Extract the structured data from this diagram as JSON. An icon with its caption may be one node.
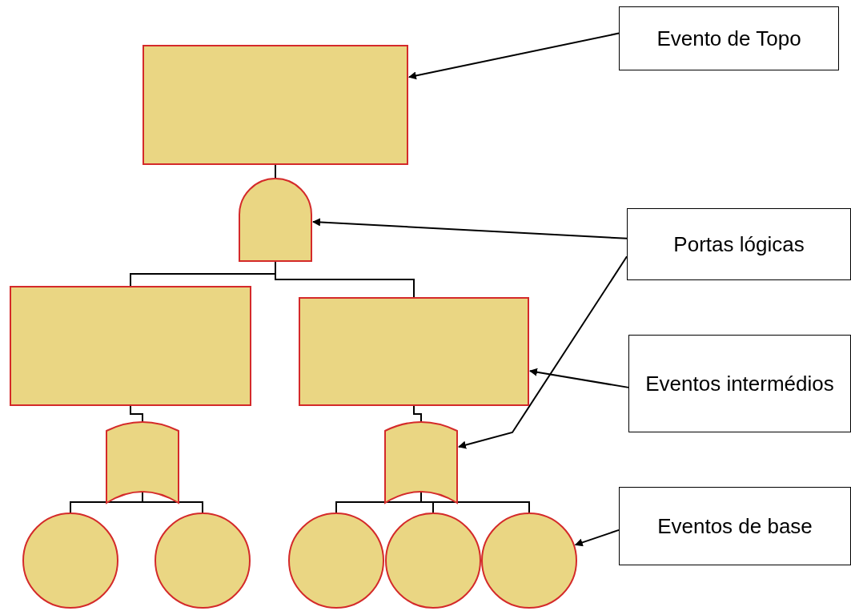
{
  "diagram": {
    "nodes": [
      {
        "text": [],
        "shape": "box"
      },
      {
        "text": [],
        "shape": "gate"
      },
      {
        "text": [],
        "shape": "box"
      },
      {
        "text": [],
        "shape": "box"
      },
      {
        "text": [],
        "shape": "gate"
      },
      {
        "text": [],
        "shape": "gate"
      },
      {
        "text": [],
        "shape": "circle"
      },
      {
        "text": [],
        "shape": "circle"
      },
      {
        "text": [],
        "shape": "circle"
      },
      {
        "text": [],
        "shape": "circle"
      },
      {
        "text": [],
        "shape": "circle"
      },
      {
        "text": [
          "Evento de Topo"
        ]
      },
      {
        "text": [
          "Portas lógicas"
        ]
      },
      {
        "text": [
          "Eventos intermédios"
        ]
      },
      {
        "text": [
          "Eventos de base"
        ]
      }
    ],
    "edges": [
      {
        "from": 0,
        "to": 1,
        "arrow": "none"
      },
      {
        "from": 1,
        "to": 2,
        "arrow": "none"
      },
      {
        "from": 1,
        "to": 3,
        "arrow": "none"
      },
      {
        "from": 2,
        "to": 4,
        "arrow": "none"
      },
      {
        "from": 3,
        "to": 5,
        "arrow": "none"
      },
      {
        "from": 4,
        "to": 6,
        "arrow": "none"
      },
      {
        "from": 4,
        "to": 7,
        "arrow": "none"
      },
      {
        "from": 5,
        "to": 8,
        "arrow": "none"
      },
      {
        "from": 5,
        "to": 9,
        "arrow": "none"
      },
      {
        "from": 5,
        "to": 10,
        "arrow": "none"
      },
      {
        "from": 11,
        "to": 0,
        "arrow": "to"
      },
      {
        "from": 12,
        "to": 1,
        "arrow": "to"
      },
      {
        "from": 12,
        "to": 5,
        "arrow": "to"
      },
      {
        "from": 13,
        "to": 3,
        "arrow": "to"
      },
      {
        "from": 14,
        "to": 10,
        "arrow": "to"
      }
    ]
  }
}
